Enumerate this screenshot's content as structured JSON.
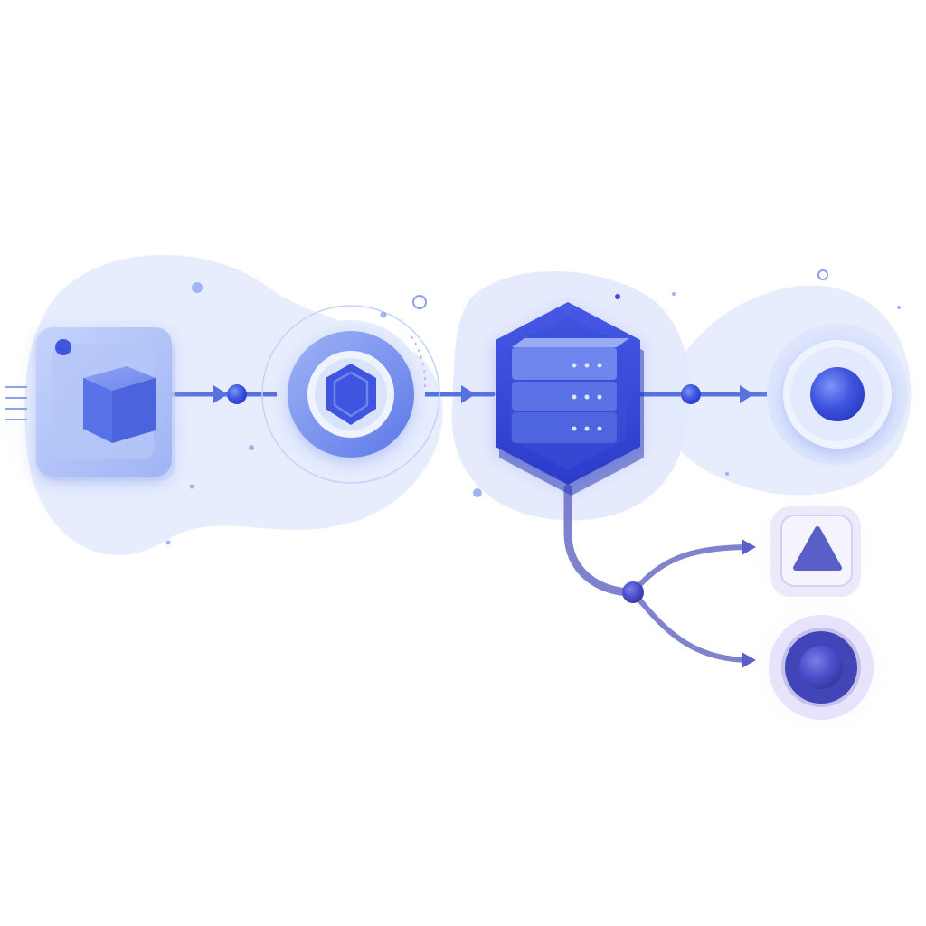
{
  "diagram": {
    "kind": "data-flow",
    "text_labels": [],
    "palette": {
      "primary": "#3f55e0",
      "primary_dark": "#2a3bc4",
      "secondary": "#5a5fc8",
      "soft_blue": "#dbe4fb",
      "lavender": "#ece9fb",
      "connector": "#5572e0",
      "branch_connector": "#6b6cc6"
    },
    "nodes": [
      {
        "id": "source",
        "shape": "rounded-square-panel",
        "icon": "cube-icon"
      },
      {
        "id": "processor",
        "shape": "circle",
        "icon": "hexagon-icon"
      },
      {
        "id": "hub",
        "shape": "hexagon",
        "icon": "server-stack-icon",
        "server_layers": 3
      },
      {
        "id": "output-main",
        "shape": "circle",
        "icon": "sphere-icon"
      },
      {
        "id": "output-warning",
        "shape": "rounded-square",
        "icon": "triangle-icon"
      },
      {
        "id": "output-secondary",
        "shape": "circle",
        "icon": "sphere-icon"
      }
    ],
    "edges": [
      {
        "from": "source",
        "to": "processor",
        "arrow": true
      },
      {
        "from": "processor",
        "to": "hub",
        "arrow": true
      },
      {
        "from": "hub",
        "to": "output-main",
        "arrow": true
      },
      {
        "from": "hub",
        "to": "output-warning",
        "arrow": true
      },
      {
        "from": "hub",
        "to": "output-secondary",
        "arrow": true
      }
    ]
  }
}
